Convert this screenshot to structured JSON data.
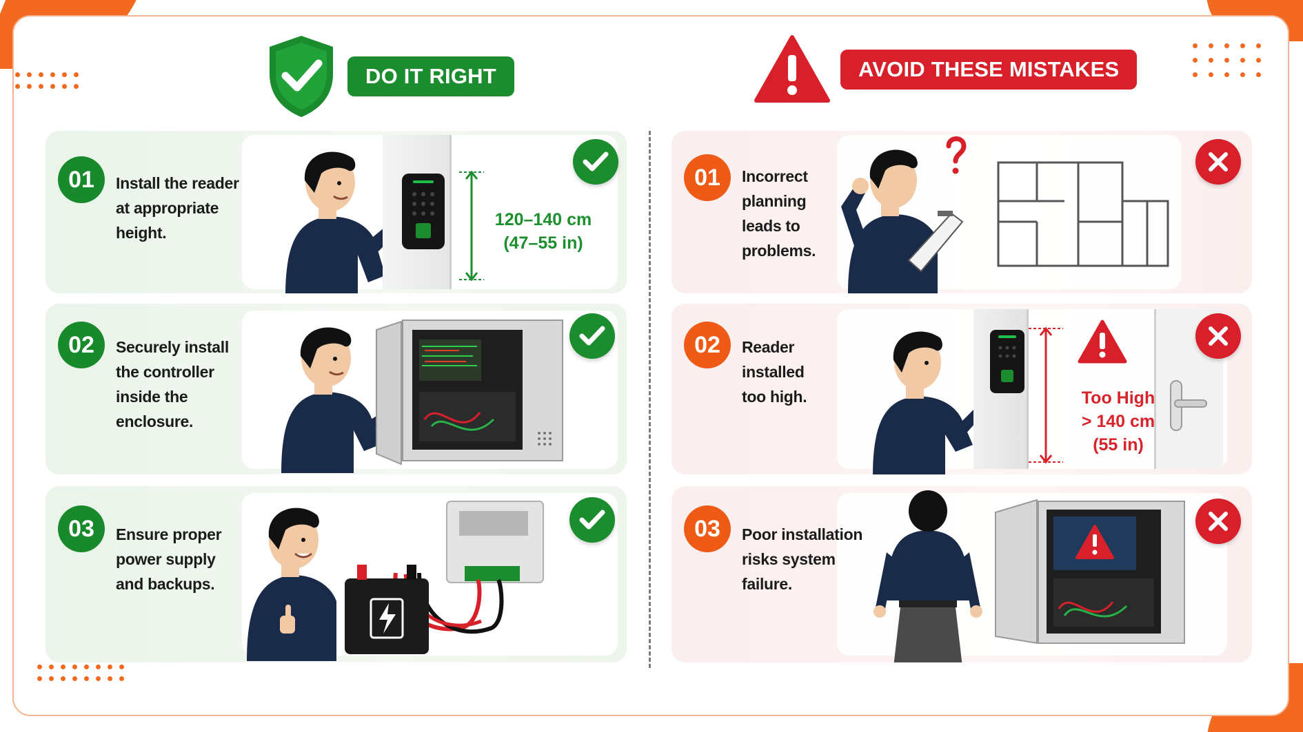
{
  "colors": {
    "green": "#198a2c",
    "red": "#d8202a",
    "orange": "#ef5b16",
    "navy": "#1a2b4a",
    "frame": "#f3b48f"
  },
  "left_header": {
    "icon": "shield-check-icon",
    "label": "DO IT RIGHT"
  },
  "right_header": {
    "icon": "warning-triangle-icon",
    "label": "AVOID THESE MISTAKES"
  },
  "do_right": [
    {
      "number": "01",
      "text_lines": [
        "Install the reader",
        "at appropriate",
        "height."
      ],
      "measurement_lines": [
        "120–140 cm",
        "(47–55 in)"
      ],
      "status_icon": "checkmark-icon"
    },
    {
      "number": "02",
      "text_lines": [
        "Securely install",
        "the controller",
        "inside the",
        "enclosure."
      ],
      "status_icon": "checkmark-icon"
    },
    {
      "number": "03",
      "text_lines": [
        "Ensure proper",
        "power supply",
        "and backups."
      ],
      "status_icon": "checkmark-icon"
    }
  ],
  "mistakes": [
    {
      "number": "01",
      "text_lines": [
        "Incorrect",
        "planning",
        "leads to",
        "problems."
      ],
      "status_icon": "x-icon"
    },
    {
      "number": "02",
      "text_lines": [
        "Reader",
        "installed",
        "too high."
      ],
      "measurement_lines": [
        "Too High",
        "> 140 cm",
        "(55 in)"
      ],
      "status_icon": "x-icon"
    },
    {
      "number": "03",
      "text_lines": [
        "Poor installation",
        "risks system",
        "failure."
      ],
      "status_icon": "x-icon"
    }
  ]
}
